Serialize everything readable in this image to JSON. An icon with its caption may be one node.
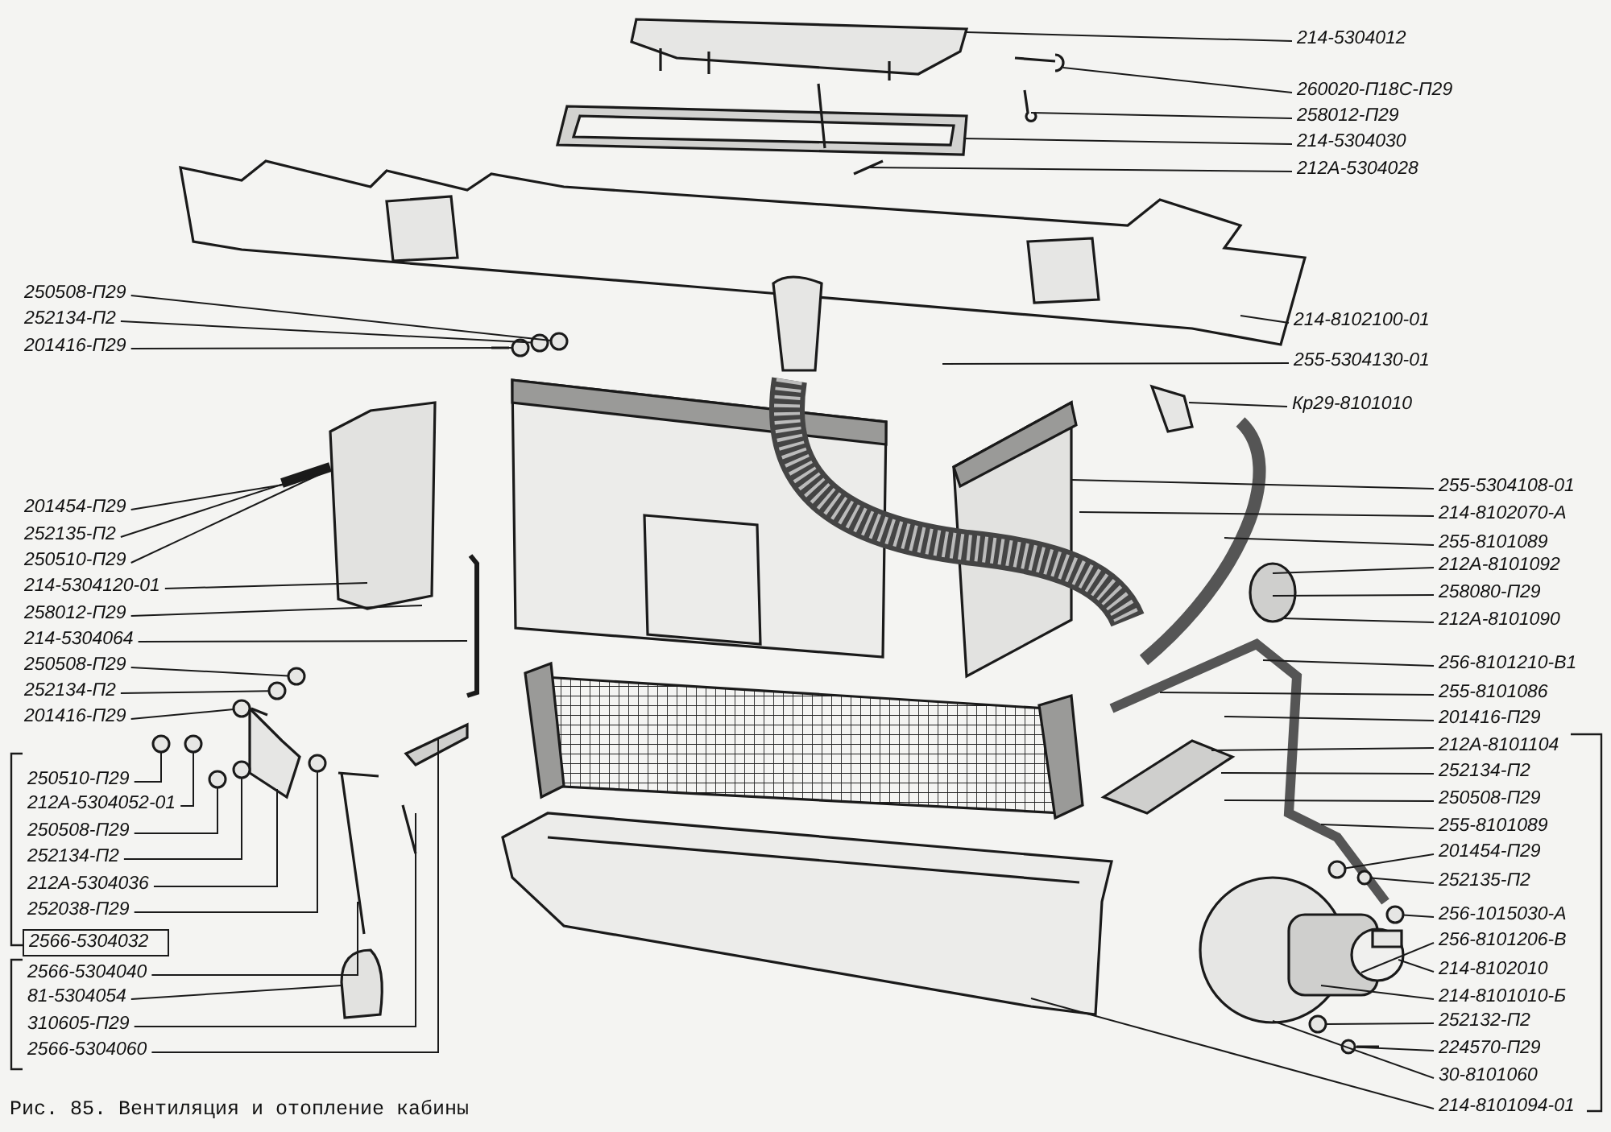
{
  "diagram": {
    "caption": "Рис. 85. Вентиляция и отопление кабины",
    "nodes": [
      {
        "text": [
          "214-5304012"
        ]
      },
      {
        "text": [
          "260020-П18С-П29"
        ]
      },
      {
        "text": [
          "258012-П29"
        ]
      },
      {
        "text": [
          "214-5304030"
        ]
      },
      {
        "text": [
          "212А-5304028"
        ]
      },
      {
        "text": [
          "214-8102100-01"
        ]
      },
      {
        "text": [
          "255-5304130-01"
        ]
      },
      {
        "text": [
          "Кр29-8101010"
        ]
      },
      {
        "text": [
          "255-5304108-01"
        ]
      },
      {
        "text": [
          "214-8102070-А"
        ]
      },
      {
        "text": [
          "255-8101089"
        ]
      },
      {
        "text": [
          "212А-8101092"
        ]
      },
      {
        "text": [
          "258080-П29"
        ]
      },
      {
        "text": [
          "212А-8101090"
        ]
      },
      {
        "text": [
          "256-8101210-В1"
        ]
      },
      {
        "text": [
          "255-8101086"
        ]
      },
      {
        "text": [
          "201416-П29"
        ]
      },
      {
        "text": [
          "212А-8101104"
        ]
      },
      {
        "text": [
          "252134-П2"
        ]
      },
      {
        "text": [
          "250508-П29"
        ]
      },
      {
        "text": [
          "255-8101089"
        ]
      },
      {
        "text": [
          "201454-П29"
        ]
      },
      {
        "text": [
          "252135-П2"
        ]
      },
      {
        "text": [
          "256-1015030-А"
        ]
      },
      {
        "text": [
          "256-8101206-В"
        ]
      },
      {
        "text": [
          "214-8102010"
        ]
      },
      {
        "text": [
          "214-8101010-Б"
        ]
      },
      {
        "text": [
          "252132-П2"
        ]
      },
      {
        "text": [
          "224570-П29"
        ]
      },
      {
        "text": [
          "30-8101060"
        ]
      },
      {
        "text": [
          "214-8101094-01"
        ]
      },
      {
        "text": [
          "250508-П29"
        ]
      },
      {
        "text": [
          "252134-П2"
        ]
      },
      {
        "text": [
          "201416-П29"
        ]
      },
      {
        "text": [
          "201454-П29"
        ]
      },
      {
        "text": [
          "252135-П2"
        ]
      },
      {
        "text": [
          "250510-П29"
        ]
      },
      {
        "text": [
          "214-5304120-01"
        ]
      },
      {
        "text": [
          "258012-П29"
        ]
      },
      {
        "text": [
          "214-5304064"
        ]
      },
      {
        "text": [
          "250508-П29"
        ]
      },
      {
        "text": [
          "252134-П2"
        ]
      },
      {
        "text": [
          "201416-П29"
        ]
      },
      {
        "text": [
          "250510-П29"
        ]
      },
      {
        "text": [
          "212А-5304052-01"
        ]
      },
      {
        "text": [
          "250508-П29"
        ]
      },
      {
        "text": [
          "252134-П2"
        ]
      },
      {
        "text": [
          "212А-5304036"
        ]
      },
      {
        "text": [
          "252038-П29"
        ]
      },
      {
        "text": [
          "2566-5304040"
        ]
      },
      {
        "text": [
          "81-5304054"
        ]
      },
      {
        "text": [
          "310605-П29"
        ]
      },
      {
        "text": [
          "2566-5304060"
        ]
      },
      {
        "text": [],
        "shape": "circle"
      },
      {
        "text": [],
        "shape": "circle"
      },
      {
        "text": [],
        "shape": "circle"
      },
      {
        "text": [],
        "shape": "circle"
      },
      {
        "text": [],
        "shape": "circle"
      },
      {
        "text": [],
        "shape": "circle"
      },
      {
        "text": [],
        "shape": "circle"
      },
      {
        "text": [],
        "shape": "circle"
      },
      {
        "text": [],
        "shape": "circle"
      },
      {
        "text": [],
        "shape": "circle"
      },
      {
        "text": [],
        "shape": "circle"
      },
      {
        "text": [],
        "shape": "circle"
      },
      {
        "text": [],
        "shape": "circle"
      },
      {
        "text": [],
        "shape": "circle"
      },
      {
        "text": [],
        "shape": "circle"
      },
      {
        "text": [],
        "shape": "circle"
      }
    ],
    "edges": [
      {
        "from": 0,
        "to": null,
        "arrow": "none"
      },
      {
        "from": 1,
        "to": null,
        "arrow": "none"
      },
      {
        "from": 2,
        "to": null,
        "arrow": "none"
      },
      {
        "from": 3,
        "to": null,
        "arrow": "none"
      },
      {
        "from": 4,
        "to": null,
        "arrow": "none"
      },
      {
        "from": 5,
        "to": null,
        "arrow": "none"
      },
      {
        "from": 6,
        "to": null,
        "arrow": "none"
      },
      {
        "from": 7,
        "to": null,
        "arrow": "none"
      },
      {
        "from": 8,
        "to": null,
        "arrow": "none"
      },
      {
        "from": 9,
        "to": null,
        "arrow": "none"
      },
      {
        "from": 10,
        "to": null,
        "arrow": "none"
      },
      {
        "from": 11,
        "to": null,
        "arrow": "none"
      },
      {
        "from": 12,
        "to": null,
        "arrow": "none"
      },
      {
        "from": 13,
        "to": null,
        "arrow": "none"
      },
      {
        "from": 14,
        "to": null,
        "arrow": "none"
      },
      {
        "from": 15,
        "to": null,
        "arrow": "none"
      },
      {
        "from": 16,
        "to": null,
        "arrow": "none"
      },
      {
        "from": 17,
        "to": null,
        "arrow": "none"
      },
      {
        "from": 18,
        "to": null,
        "arrow": "none"
      },
      {
        "from": 19,
        "to": null,
        "arrow": "none"
      },
      {
        "from": 20,
        "to": null,
        "arrow": "none"
      },
      {
        "from": 21,
        "to": 64,
        "arrow": "none"
      },
      {
        "from": 22,
        "to": 65,
        "arrow": "none"
      },
      {
        "from": 23,
        "to": 66,
        "arrow": "none"
      },
      {
        "from": 24,
        "to": null,
        "arrow": "none"
      },
      {
        "from": 25,
        "to": null,
        "arrow": "none"
      },
      {
        "from": 26,
        "to": null,
        "arrow": "none"
      },
      {
        "from": 27,
        "to": 67,
        "arrow": "none"
      },
      {
        "from": 28,
        "to": 68,
        "arrow": "none"
      },
      {
        "from": 29,
        "to": null,
        "arrow": "none"
      },
      {
        "from": 30,
        "to": null,
        "arrow": "none"
      },
      {
        "from": 31,
        "to": 53,
        "arrow": "none"
      },
      {
        "from": 32,
        "to": 54,
        "arrow": "none"
      },
      {
        "from": 33,
        "to": 55,
        "arrow": "none"
      },
      {
        "from": 34,
        "to": null,
        "arrow": "none"
      },
      {
        "from": 35,
        "to": null,
        "arrow": "none"
      },
      {
        "from": 36,
        "to": null,
        "arrow": "none"
      },
      {
        "from": 37,
        "to": null,
        "arrow": "none"
      },
      {
        "from": 38,
        "to": null,
        "arrow": "none"
      },
      {
        "from": 39,
        "to": null,
        "arrow": "none"
      },
      {
        "from": 40,
        "to": 56,
        "arrow": "none"
      },
      {
        "from": 41,
        "to": 57,
        "arrow": "none"
      },
      {
        "from": 42,
        "to": 58,
        "arrow": "none"
      },
      {
        "from": 43,
        "to": 59,
        "arrow": "none"
      },
      {
        "from": 44,
        "to": 60,
        "arrow": "none"
      },
      {
        "from": 45,
        "to": 61,
        "arrow": "none"
      },
      {
        "from": 46,
        "to": 62,
        "arrow": "none"
      },
      {
        "from": 47,
        "to": null,
        "arrow": "none"
      },
      {
        "from": 48,
        "to": 63,
        "arrow": "none"
      },
      {
        "from": 49,
        "to": null,
        "arrow": "none"
      },
      {
        "from": 50,
        "to": null,
        "arrow": "none"
      },
      {
        "from": 51,
        "to": null,
        "arrow": "none"
      },
      {
        "from": 52,
        "to": null,
        "arrow": "none"
      }
    ],
    "labels": [
      "2566-5304032"
    ]
  }
}
